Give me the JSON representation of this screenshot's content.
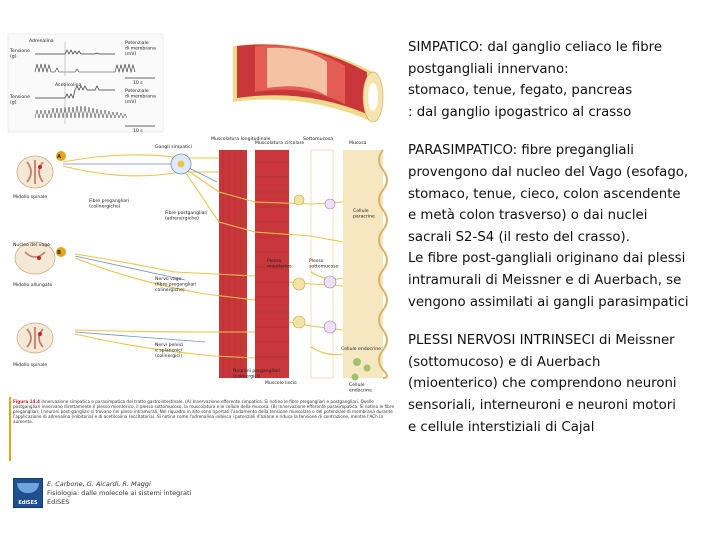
{
  "figure": {
    "panel_a": "A",
    "panel_b": "B",
    "trace_top": {
      "left_label": "Tensione\n(g)",
      "drug": "Adrenalina",
      "right_label": "Potenziale\ndi membrana\n(mV)",
      "time": "10 s"
    },
    "trace_bottom": {
      "left_label": "Tensione\n(g)",
      "drug": "Acetilcolina",
      "right_label": "Potenziale\ndi membrana\n(mV)",
      "time": "10 s"
    },
    "layers": [
      "Muscolatura longitudinale",
      "Muscolatura circolare",
      "Sottomucosa",
      "Mucosa"
    ],
    "labels": {
      "gangli_simpatici": "Gangli simpatici",
      "midollo_spinale": "Midollo spinale",
      "fibre_pregangliari": "Fibre pregangliari\n(colinergiche)",
      "fibre_postgangliari": "Fibre postgangliari\n(adrenergiche)",
      "nucleo_vago": "Nucleo del vago",
      "nervo_vago": "Nervo vago\n(fibre pregangliari\ncolinergiche)",
      "midollo_allungato": "Midollo allungato",
      "nervi_pelvici": "Nervi pelvici\ne splancnici\n(colinergici)",
      "midollo_spinale_2": "Midollo spinale",
      "plesso_mienterico": "Plesso\nmienterico",
      "plesso_sottomucoso": "Plesso\nsottomucoso",
      "neuroni_pregangliari": "Neuroni pregangliari\n(colinergici)",
      "cellule_endocrine": "Cellule endocrine",
      "cellule_paracrine": "Cellule\nparacrine",
      "muscolo_liscio": "Muscolo liscio",
      "cellule_endocrine_2": "Cellule\nendocrine"
    },
    "caption_label": "Figura 14.4",
    "caption_text": "Innervazione simpatica e parasimpatica del tratto gastrointestinale. (A) Innervazione efferente simpatica. Si notino le fibre pregangliari e postgangliari. Quelle postgangliari innervano direttamente il plesso mienterico, il plesso sottomucoso, la muscolatura e le cellule della mucosa. (B) Innervazione efferente parasimpatica. Si notino le fibre pregangliari. I neuroni post-gangliari si trovano nei plessi intramurali. Nel riquadro in alto sono riportati l'andamento della tensione muscolare e del potenziale di membrana durante l'applicazione di adrenalina (inibitoria) e di acetilcolina (eccitatoria). Si notino come l'adrenalina inibisca i potenziali d'azione e riduca la tensione di contrazione, mentre l'ACh la aumenta.",
    "book_authors": "E. Carbone, G. Aicardi, R. Maggi",
    "book_title": "Fisiologia: dalle molecole ai sistemi integrati",
    "book_publisher": "EdiSES",
    "logo_text": "EdiSES"
  },
  "text": {
    "p1": "SIMPATICO: dal ganglio celiaco le fibre\npostgangliali innervano:\nstomaco, tenue, fegato, pancreas\n: dal ganglio ipogastrico al crasso",
    "p2": "PARASIMPATICO: fibre pregangliali\nprovengono dal nucleo del Vago (esofago,\nstomaco, tenue, cieco, colon ascendente\ne metà colon trasverso) o dai nuclei\nsacrali S2-S4 (il resto del crasso).\nLe fibre post-gangliali originano dai plessi\nintramurali di Meissner e di Auerbach, se\nvengono assimilati ai gangli parasimpatici",
    "p3": "PLESSI NERVOSI INTRINSECI di Meissner\n(sottomucoso) e di Auerbach\n(mioenterico) che comprendono neuroni\nsensoriali, interneuroni e neuroni motori\ne cellule interstiziali di Cajal"
  },
  "colors": {
    "muscle_red": "#c9373a",
    "mucosa_yellow": "#f1d98a",
    "nerve_yellow": "#e9c64a",
    "label_red": "#c8202a"
  }
}
